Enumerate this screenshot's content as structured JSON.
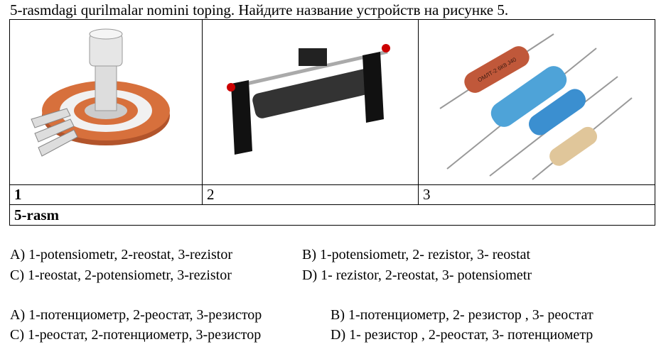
{
  "title": "5-rasmdagi qurilmalar nomini toping. Найдите название устройств на рисунке 5.",
  "figure": {
    "labels": [
      "1",
      "2",
      "3"
    ],
    "caption": "5-rasm",
    "resistor_marking": "ОМЛТ-2 6К8 J40"
  },
  "options_uz": {
    "a": "A) 1-potensiometr, 2-reostat, 3-rezistor",
    "b": "B) 1-potensiometr, 2- rezistor, 3- reostat",
    "c": "C) 1-reostat, 2-potensiometr, 3-rezistor",
    "d": "D) 1- rezistor, 2-reostat, 3- potensiometr"
  },
  "options_ru": {
    "a": "A) 1-потенциометр, 2-реостат, 3-резистор",
    "b": "B) 1-потенциометр, 2- резистор , 3- реостат",
    "c": "C) 1-реостат, 2-потенциометр, 3-резистор",
    "d": "D) 1- резистор , 2-реостат, 3- потенциометр"
  }
}
